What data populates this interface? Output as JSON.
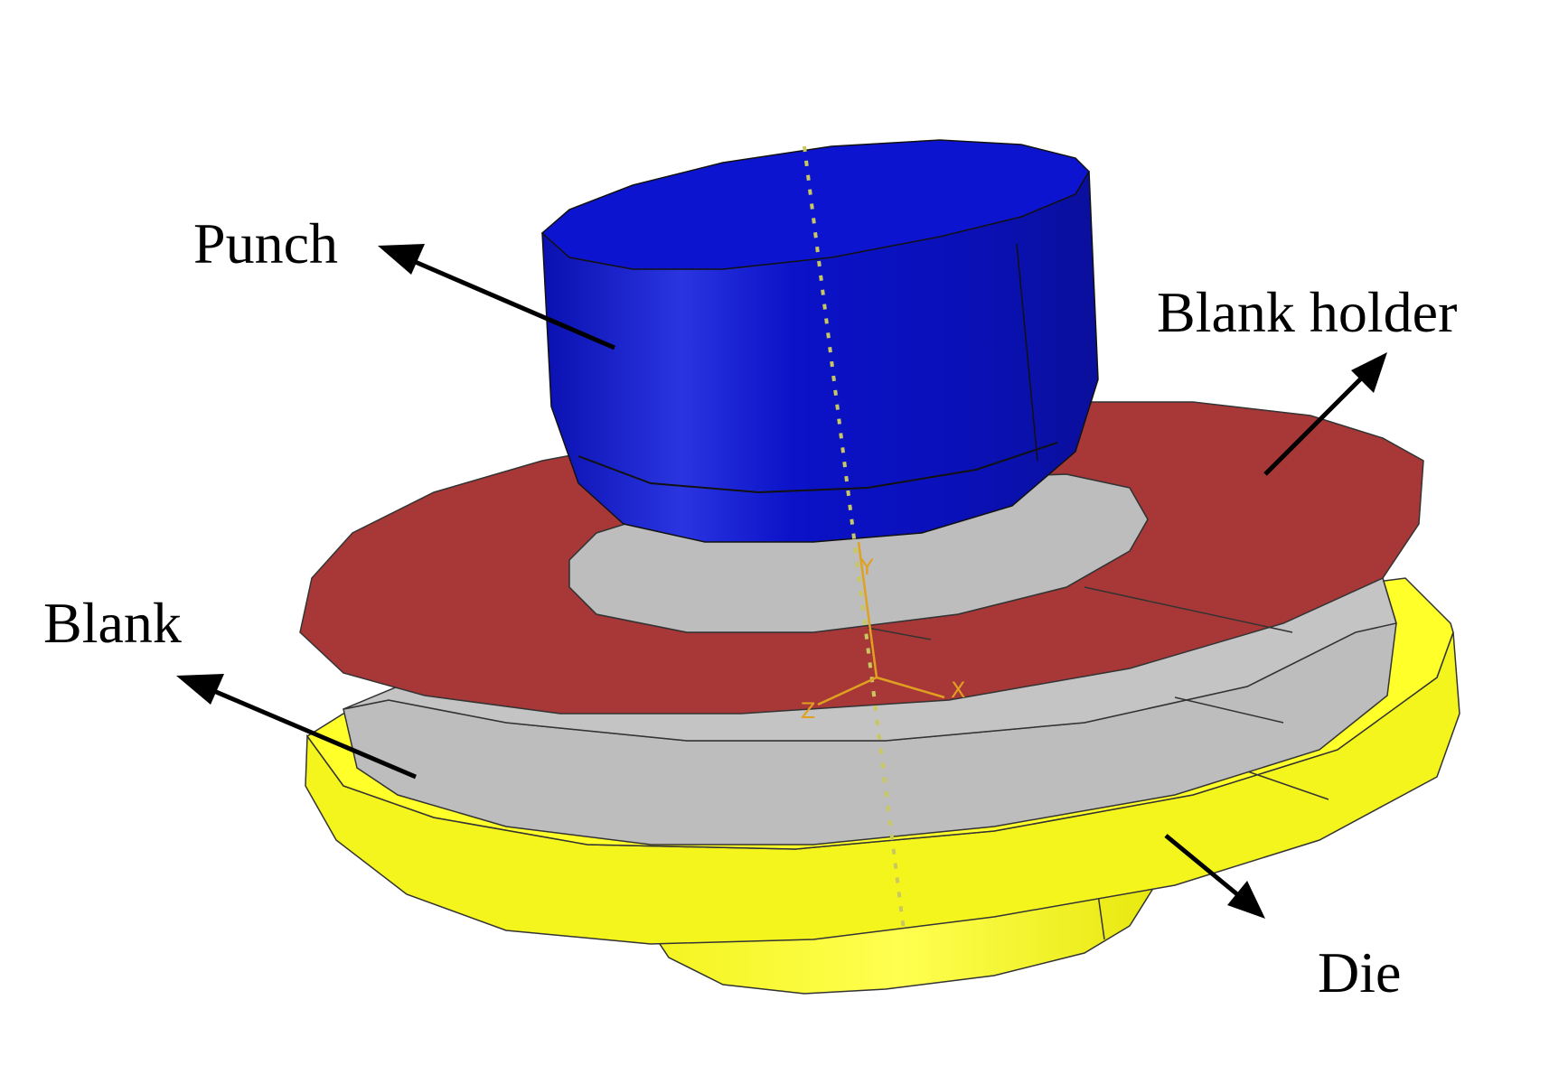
{
  "labels": {
    "punch": "Punch",
    "blank_holder": "Blank holder",
    "blank": "Blank",
    "die": "Die"
  },
  "axes": {
    "x": "X",
    "y": "Y",
    "z": "Z"
  },
  "colors": {
    "punch": "#0b12c8",
    "blank_holder": "#a83838",
    "blank": "#bdbdbd",
    "die": "#f2f21a",
    "axis_triad": "#e0a020",
    "axis_line": "#c8c860"
  }
}
